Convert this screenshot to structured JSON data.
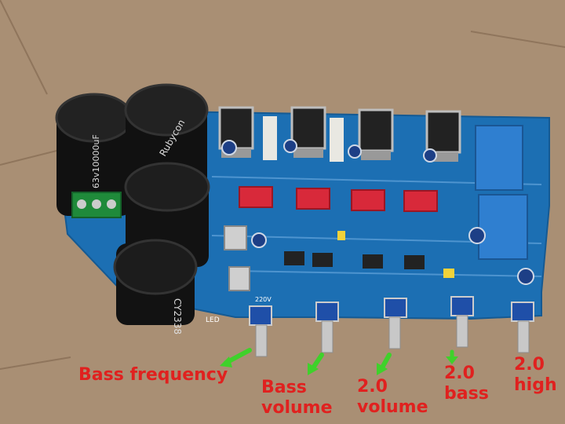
{
  "capacitors": [
    {
      "rating": "63v10000uF"
    },
    {
      "rating": "Rubycon"
    },
    {
      "rating": ""
    },
    {
      "rating": "CY2338"
    }
  ],
  "board_marks": {
    "led": "LED",
    "v220": "220V"
  },
  "labels": {
    "bass_frequency": "Bass frequency",
    "bass_volume_l1": "Bass",
    "bass_volume_l2": "volume",
    "volume20_l1": "2.0",
    "volume20_l2": "volume",
    "bass20_l1": "2.0",
    "bass20_l2": "bass",
    "high20_l1": "2.0",
    "high20_l2": "high"
  },
  "colors": {
    "pcb": "#1c6fb3",
    "label_text": "#e0211f",
    "arrow": "#3fd12b",
    "background": "#a98f74"
  }
}
